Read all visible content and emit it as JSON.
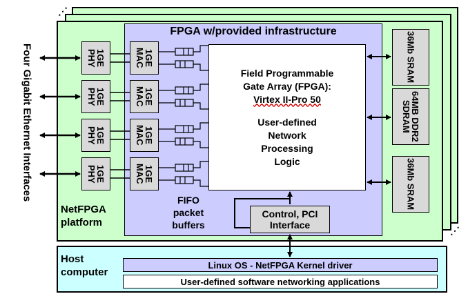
{
  "side_label": "Four Gigabit Ethernet Interfaces",
  "fpga_title": "FPGA w/provided infrastructure",
  "phy_label": "1GE PHY",
  "mac_label": "1GE MAC",
  "fpga_core": {
    "line1": "Field Programmable",
    "line2": "Gate Array (FPGA):",
    "line3": "Virtex II-Pro 50",
    "line4": "User-defined",
    "line5": "Network",
    "line6": "Processing",
    "line7": "Logic"
  },
  "fifo_label": "FIFO packet buffers",
  "control_label": "Control, PCI Interface",
  "netfpga_label": "NetFPGA platform",
  "memories": [
    "36Mb SRAM",
    "64MB DDR2 SDRAM",
    "36Mb SRAM"
  ],
  "host_label": "Host computer",
  "driver_label": "Linux OS - NetFPGA Kernel driver",
  "apps_label": "User-defined software networking applications"
}
